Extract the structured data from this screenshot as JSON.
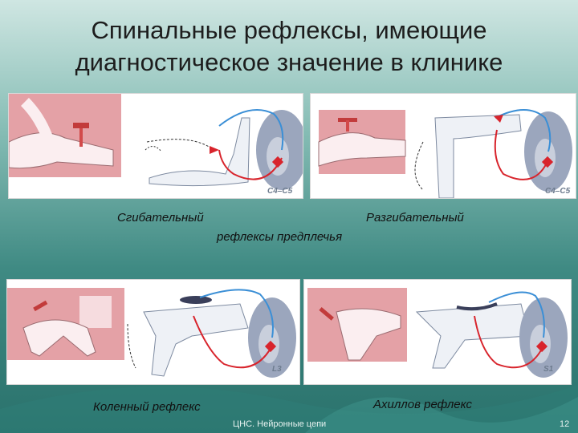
{
  "slide": {
    "title_line1": "Спинальные рефлексы, имеющие",
    "title_line2": "диагностическое значение в клинике"
  },
  "panels": {
    "flexor": {
      "segment": "C4–C5"
    },
    "extensor": {
      "segment": "C4–C5"
    },
    "knee": {
      "segment": "L3"
    },
    "achilles": {
      "segment": "S1"
    }
  },
  "captions": {
    "flexor": "Сгибательный",
    "extensor": "Разгибательный",
    "forearm": "рефлексы предплечья",
    "knee": "Коленный рефлекс",
    "achilles": "Ахиллов рефлекс"
  },
  "footer": {
    "label": "ЦНС. Нейронные цепи",
    "page": "12"
  },
  "colors": {
    "inset_bg": "#e4a1a6",
    "afferent": "#3b8fd6",
    "efferent": "#d8242c",
    "cord": "#9ba6bd"
  }
}
